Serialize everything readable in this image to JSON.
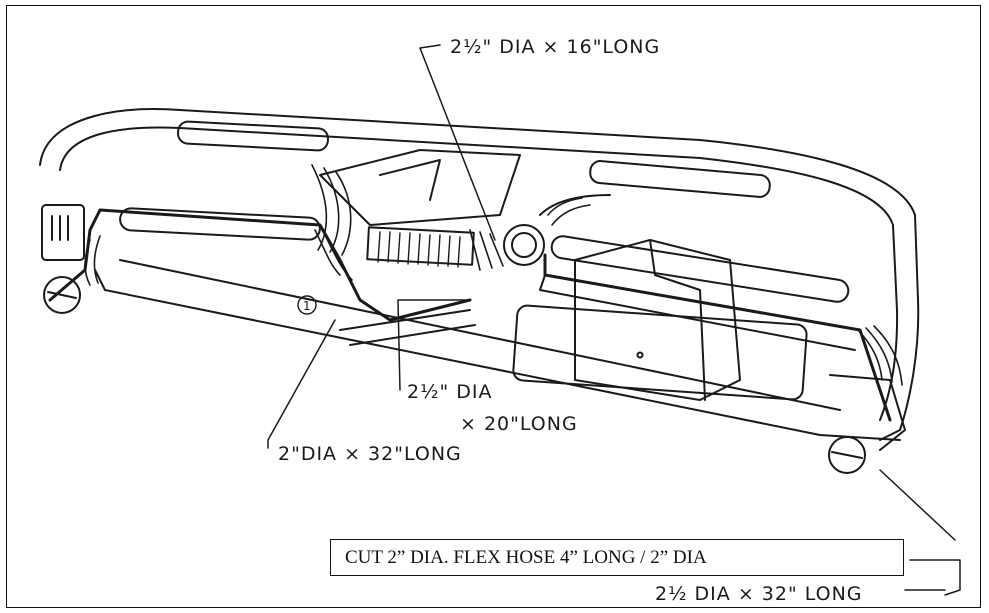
{
  "callouts": {
    "top": "2½\" DIA × 16\"LONG",
    "middle_line1": "2½\" DIA",
    "middle_line2": "× 20\"LONG",
    "left": "2\"DIA × 32\"LONG",
    "bottom": "2½ DIA × 32\" LONG"
  },
  "markers": {
    "circled_one": "1"
  },
  "note": {
    "text": "CUT 2” DIA. FLEX HOSE  4” LONG / 2” DIA"
  },
  "colors": {
    "ink": "#1a1a1a",
    "paper": "#ffffff"
  }
}
